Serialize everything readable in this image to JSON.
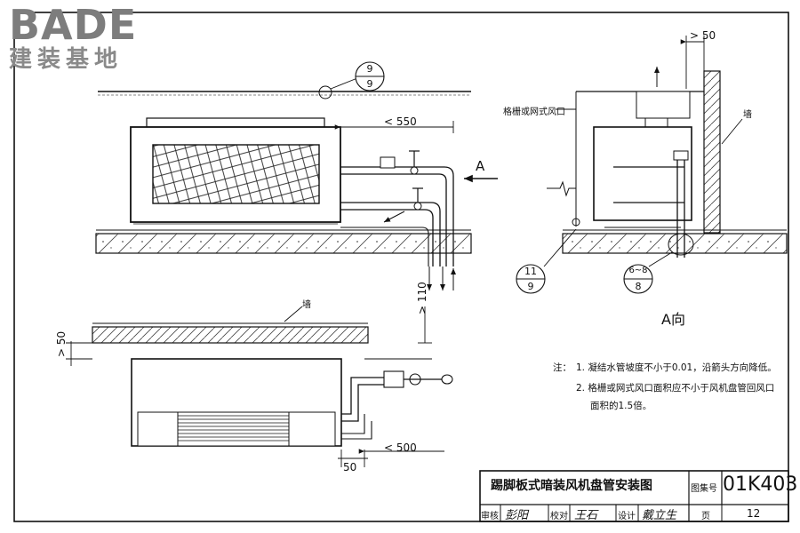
{
  "logo": {
    "brand": "BADE",
    "subtitle": "建装基地"
  },
  "title_block": {
    "title": "踢脚板式暗装风机盘管安装图",
    "set_label": "图集号",
    "set_number": "01K403",
    "review_label": "审核",
    "review_sign": "彭阳",
    "check_label": "校对",
    "check_sign": "王石",
    "design_label": "设计",
    "design_sign": "戴立生",
    "page_label": "页",
    "page_number": "12"
  },
  "notes": {
    "prefix": "注：",
    "n1": "1. 凝结水管坡度不小于0.01，沿箭头方向降低。",
    "n2_line1": "2. 格栅或网式风口面积应不小于风机盘管回风口",
    "n2_line2": "面积的1.5倍。"
  },
  "labels": {
    "view_a_caption": "A向",
    "view_arrow": "A",
    "grille_label": "格栅或网式风口",
    "wall_label_1": "墙",
    "wall_label_2": "墙"
  },
  "dimensions": {
    "d550": "550",
    "d50_top": "50",
    "d110": "110",
    "d50_left": "50",
    "d500": "500",
    "d50_bottom": "50"
  },
  "callouts": {
    "c1": {
      "top": "9",
      "bottom": "9"
    },
    "c2": {
      "top": "11",
      "bottom": "9"
    },
    "c3": {
      "top": "6~8",
      "bottom": "8"
    }
  }
}
